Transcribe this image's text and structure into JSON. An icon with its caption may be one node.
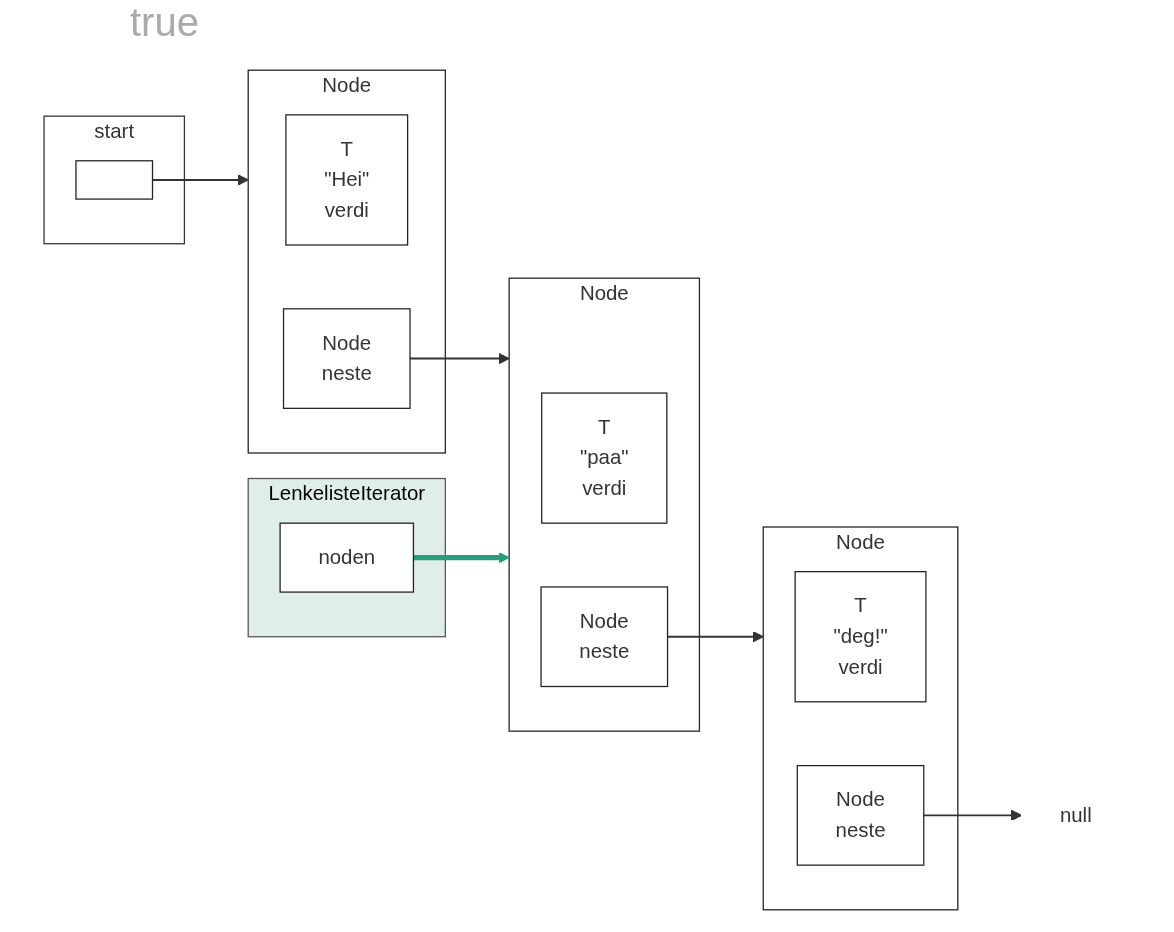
{
  "diagram": {
    "nodes": [
      {
        "text": [
          "start"
        ]
      },
      {
        "text": [],
        "shape": "box",
        "in": 0
      },
      {
        "text": [
          "Node"
        ]
      },
      {
        "text": [
          "T",
          "\"Hei\"",
          "verdi"
        ],
        "in": 2
      },
      {
        "text": [
          "Node",
          "neste"
        ],
        "in": 2
      },
      {
        "text": [
          "Node"
        ]
      },
      {
        "text": [
          "T",
          "\"paa\"",
          "verdi"
        ],
        "in": 5
      },
      {
        "text": [
          "Node",
          "neste"
        ],
        "in": 5
      },
      {
        "text": [
          "Node"
        ]
      },
      {
        "text": [
          "T",
          "\"deg!\"",
          "verdi"
        ],
        "in": 8
      },
      {
        "text": [
          "Node",
          "neste"
        ],
        "in": 8
      },
      {
        "text": [
          "null"
        ]
      },
      {
        "text": [
          "LenkelisteIterator"
        ]
      },
      {
        "text": [
          "noden"
        ],
        "in": 12
      }
    ],
    "edges": [
      {
        "from": 1,
        "to": 2,
        "arrow": "to"
      },
      {
        "from": 4,
        "to": 5,
        "arrow": "to"
      },
      {
        "from": 7,
        "to": 8,
        "arrow": "to"
      },
      {
        "from": 10,
        "to": 11,
        "arrow": "to"
      },
      {
        "from": 13,
        "to": 5,
        "arrow": "to",
        "style": "thick",
        "color": "#2a9d7c"
      }
    ],
    "labels": [
      "true"
    ]
  }
}
